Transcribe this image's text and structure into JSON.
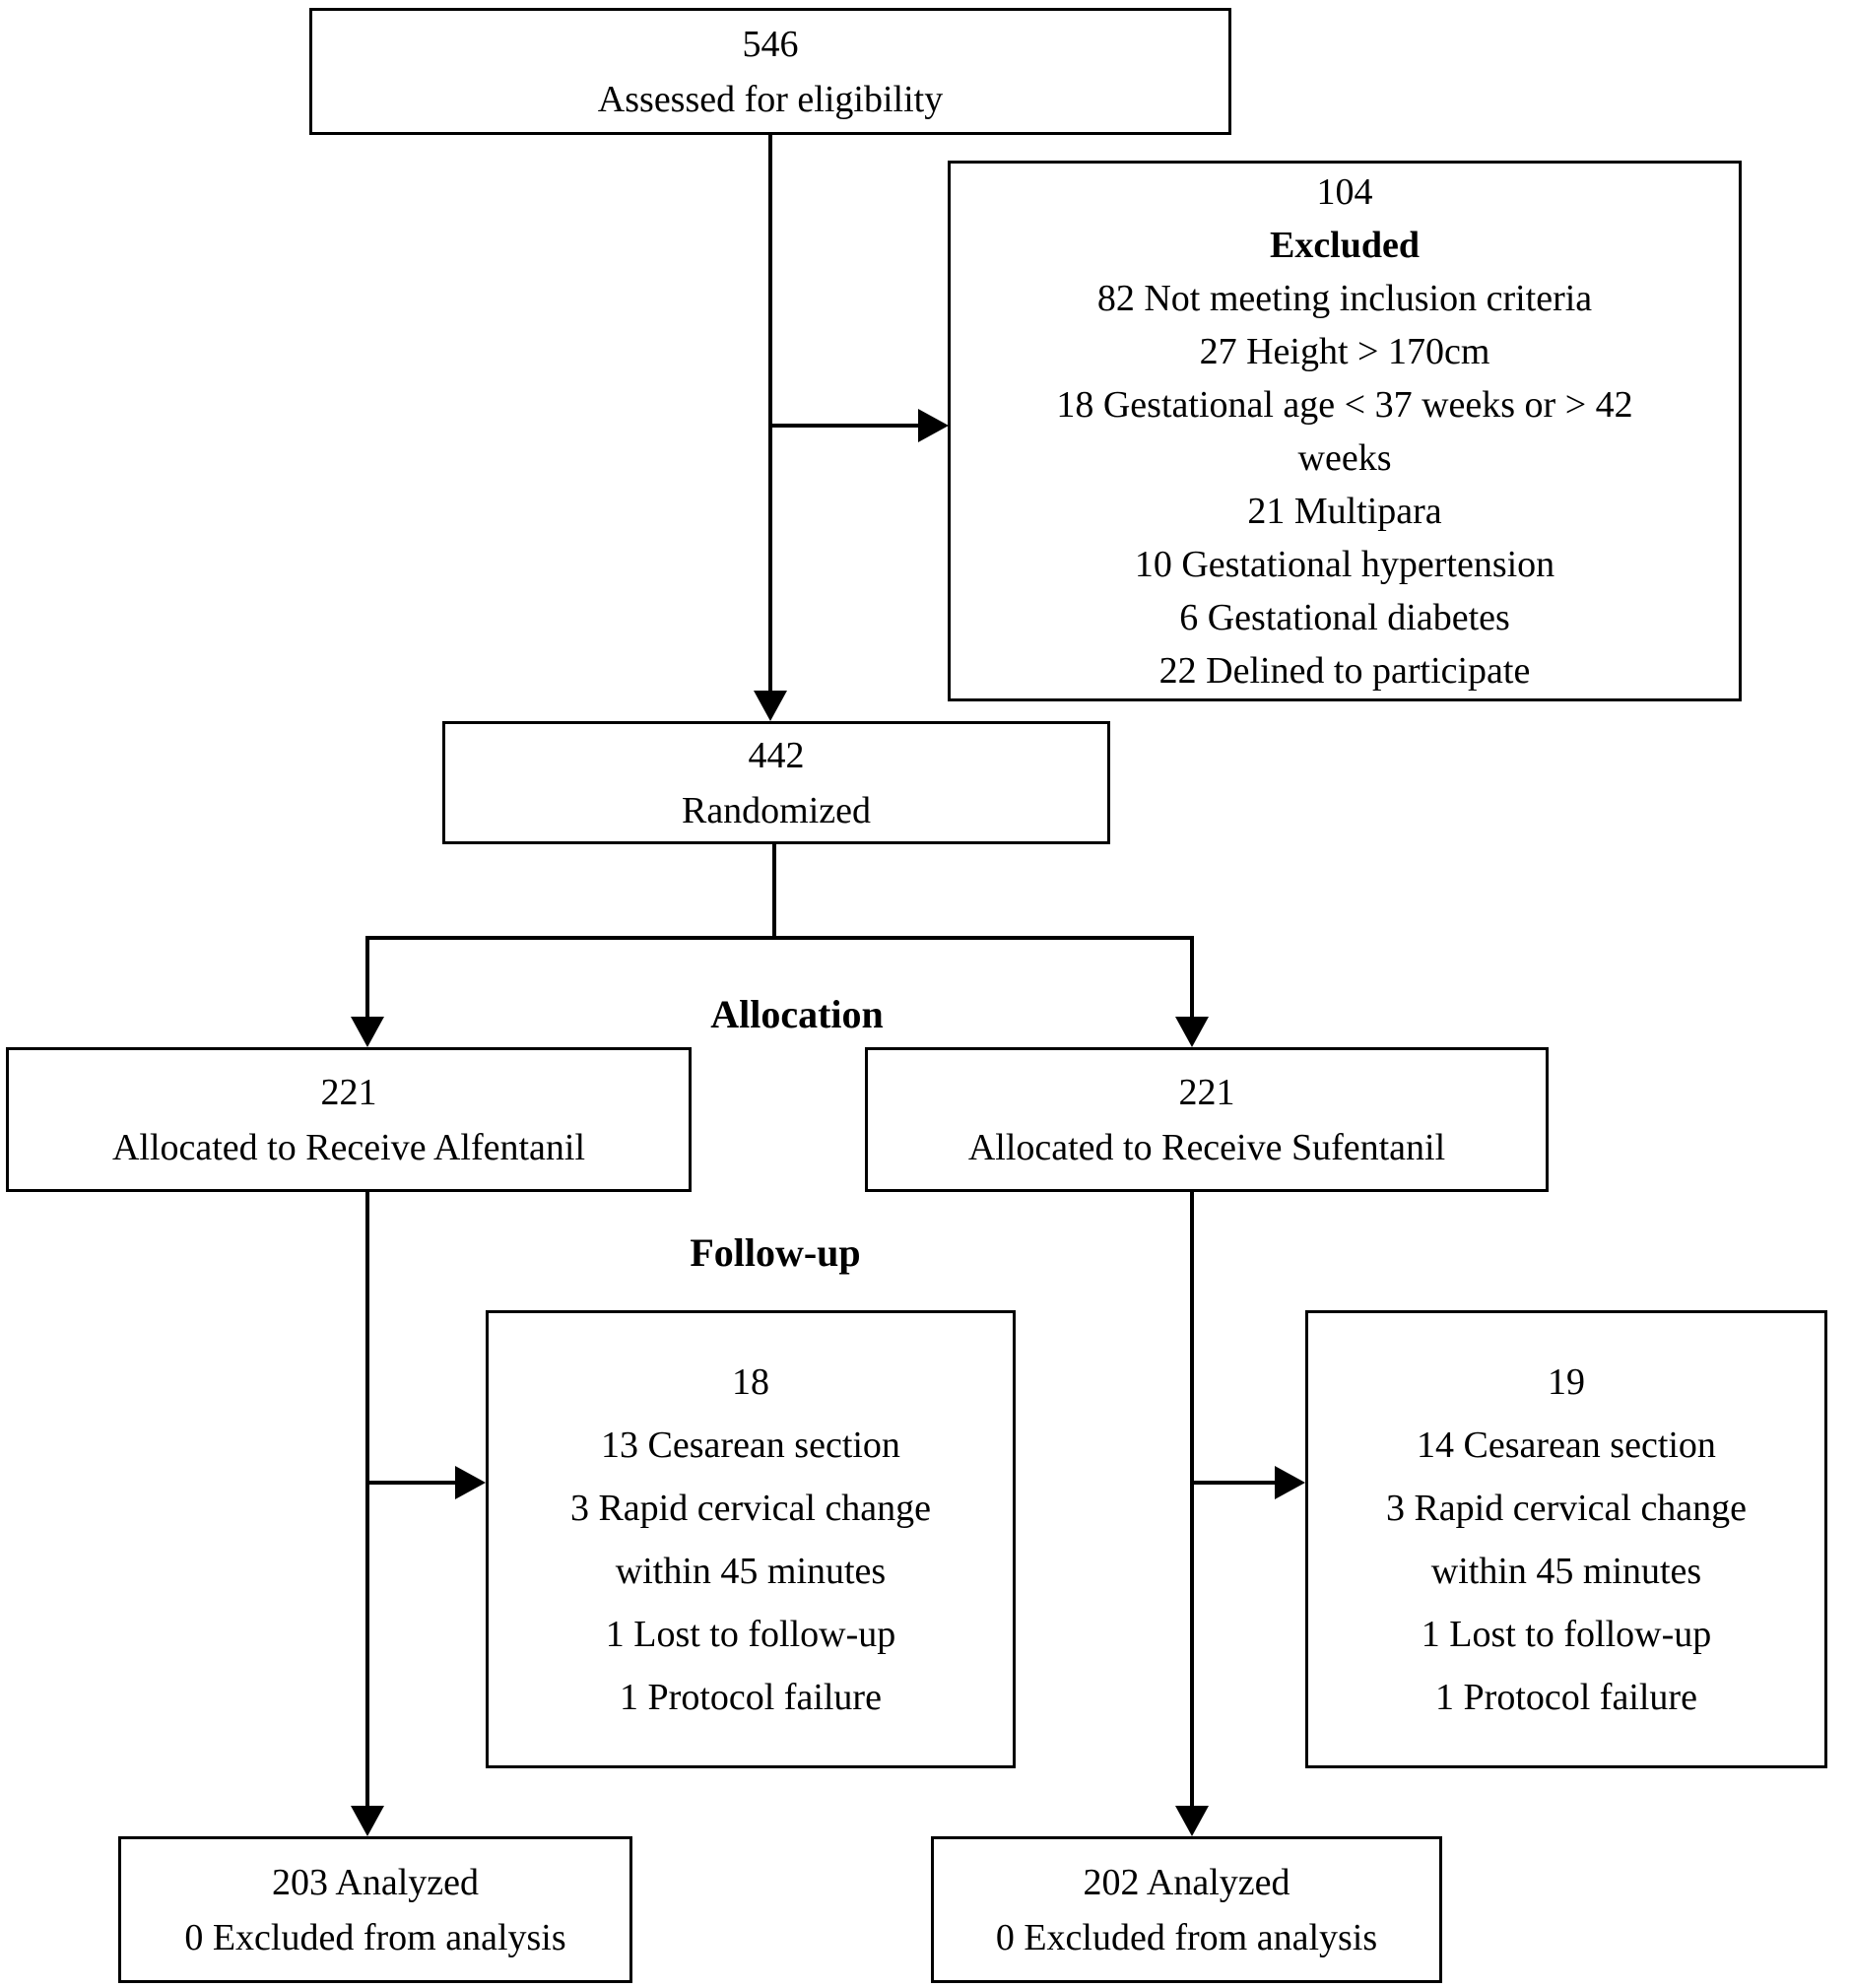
{
  "diagram_title": "CONSORT participant flow diagram",
  "colors": {
    "line": "#000000",
    "text": "#000000",
    "background": "#ffffff"
  },
  "labels": {
    "allocation": "Allocation",
    "followup": "Follow-up"
  },
  "boxes": {
    "assessed": {
      "lines": [
        "546",
        "Assessed for eligibility"
      ]
    },
    "excluded": {
      "lines": [
        "104",
        "Excluded",
        "82 Not meeting inclusion criteria",
        "27 Height > 170cm",
        "18 Gestational age < 37 weeks or > 42",
        "weeks",
        "21 Multipara",
        "10 Gestational hypertension",
        "6 Gestational diabetes",
        "22 Delined to participate"
      ]
    },
    "randomized": {
      "lines": [
        "442",
        "Randomized"
      ]
    },
    "alloc_left": {
      "lines": [
        "221",
        "Allocated to Receive Alfentanil"
      ]
    },
    "alloc_right": {
      "lines": [
        "221",
        "Allocated to Receive Sufentanil"
      ]
    },
    "followup_left": {
      "lines": [
        "18",
        "13 Cesarean section",
        "3 Rapid cervical change",
        "within 45 minutes",
        "1 Lost to follow-up",
        "1 Protocol failure"
      ]
    },
    "followup_right": {
      "lines": [
        "19",
        "14 Cesarean section",
        "3 Rapid cervical change",
        "within 45 minutes",
        "1 Lost to follow-up",
        "1 Protocol failure"
      ]
    },
    "analyzed_left": {
      "lines": [
        "203 Analyzed",
        "0 Excluded from analysis"
      ]
    },
    "analyzed_right": {
      "lines": [
        "202 Analyzed",
        "0 Excluded from analysis"
      ]
    }
  }
}
